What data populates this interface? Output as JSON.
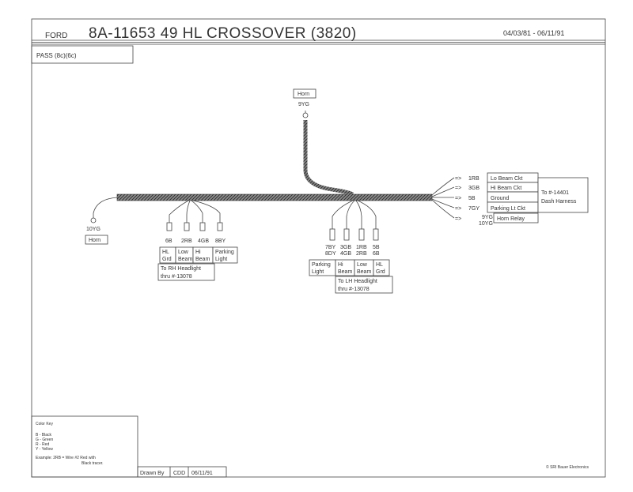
{
  "header": {
    "brand": "FORD",
    "title": "8A-11653  49 HL CROSSOVER (3820)",
    "date_range": "04/03/81 - 06/11/91"
  },
  "subheader": {
    "model": "PASS (8c)(6c)"
  },
  "horn_top": {
    "label": "Horn",
    "code": "9YG"
  },
  "horn_left": {
    "label": "Horn",
    "code": "10YG"
  },
  "rh_branch": {
    "wires": [
      "6B",
      "2RB",
      "4GB",
      "8BY"
    ],
    "labels": [
      [
        "HL",
        "Grd"
      ],
      [
        "Low",
        "Beam"
      ],
      [
        "Hi",
        "Beam"
      ],
      [
        "Parking",
        "Light"
      ]
    ],
    "dest": [
      "To RH Headlight",
      "thru #-13078"
    ]
  },
  "lh_branch": {
    "wires": [
      [
        "7BY",
        "8DY"
      ],
      [
        "3GB",
        "4GB"
      ],
      [
        "1RB",
        "2RB"
      ],
      [
        "5B",
        "6B"
      ]
    ],
    "labels": [
      [
        "Parking",
        "Light"
      ],
      [
        "Hi",
        "Beam"
      ],
      [
        "Low",
        "Beam"
      ],
      [
        "HL",
        "Grd"
      ]
    ],
    "dest": [
      "To LH Headlight",
      "thru #-13078"
    ]
  },
  "right_connectors": {
    "rows": [
      {
        "wire": "1RB",
        "circuit": "Lo Beam Ckt"
      },
      {
        "wire": "3GB",
        "circuit": "Hi Beam Ckt"
      },
      {
        "wire": "5B",
        "circuit": "Ground"
      },
      {
        "wire": "7GY",
        "circuit": "Parking Lt Ckt"
      },
      {
        "wire": "9YG",
        "wire2": "10YG",
        "circuit": "Horn Relay"
      }
    ],
    "dest": [
      "To #-14401",
      "Dash Harness"
    ]
  },
  "color_key": {
    "title": "Color Key",
    "lines": [
      "B - Black",
      "G - Green",
      "R - Red",
      "Y - Yellow"
    ],
    "example": [
      "Example: 2RB =  Wire #2 Red with",
      "Black tracer."
    ]
  },
  "drawn_by": {
    "label": "Drawn By",
    "who": "CDD",
    "date": "06/11/91"
  },
  "copyright": "© SRI Bauer Electronics",
  "colors": {
    "line": "#444444",
    "paper": "#ffffff"
  }
}
